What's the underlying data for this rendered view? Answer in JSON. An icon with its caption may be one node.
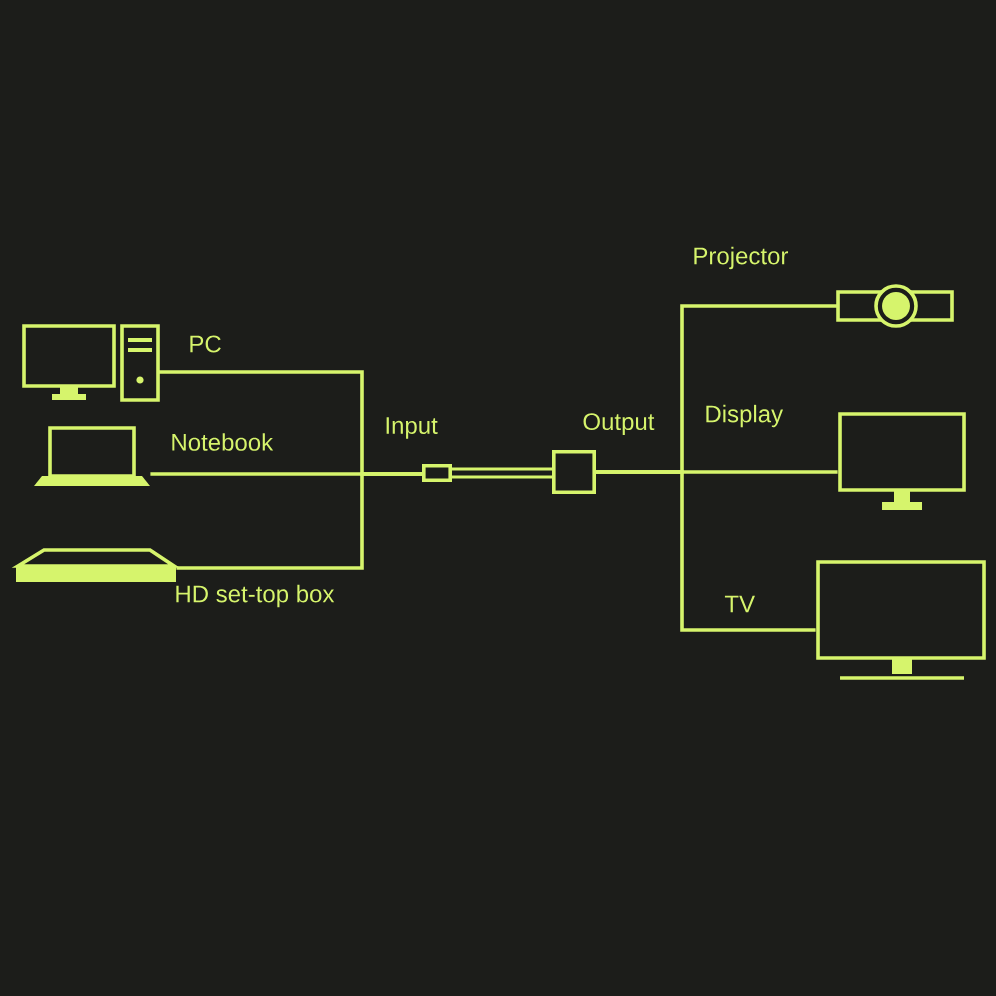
{
  "diagram": {
    "nodes": [
      {
        "text": [],
        "shape": "computer",
        "beside": [
          "PC"
        ]
      },
      {
        "text": [],
        "shape": "laptop",
        "beside": [
          "Notebook"
        ]
      },
      {
        "text": [],
        "shape": "receiver",
        "beside": [
          "HD set-top box"
        ]
      },
      {
        "text": [],
        "shape": "box",
        "beside": [
          "Input"
        ]
      },
      {
        "text": [],
        "shape": "box",
        "beside": [
          "Output"
        ]
      },
      {
        "text": [],
        "shape": "picture",
        "beside": [
          "Projector"
        ]
      },
      {
        "text": [],
        "shape": "monitor",
        "beside": [
          "Display"
        ]
      },
      {
        "text": [],
        "shape": "television",
        "beside": [
          "TV"
        ]
      }
    ],
    "edges": [
      {
        "from": 0,
        "to": 3,
        "arrow": "none"
      },
      {
        "from": 1,
        "to": 3,
        "arrow": "none"
      },
      {
        "from": 2,
        "to": 3,
        "arrow": "none"
      },
      {
        "from": 3,
        "to": 4,
        "arrow": "none",
        "style": "thick"
      },
      {
        "from": 4,
        "to": 5,
        "arrow": "none"
      },
      {
        "from": 4,
        "to": 6,
        "arrow": "none"
      },
      {
        "from": 4,
        "to": 7,
        "arrow": "none"
      }
    ]
  }
}
